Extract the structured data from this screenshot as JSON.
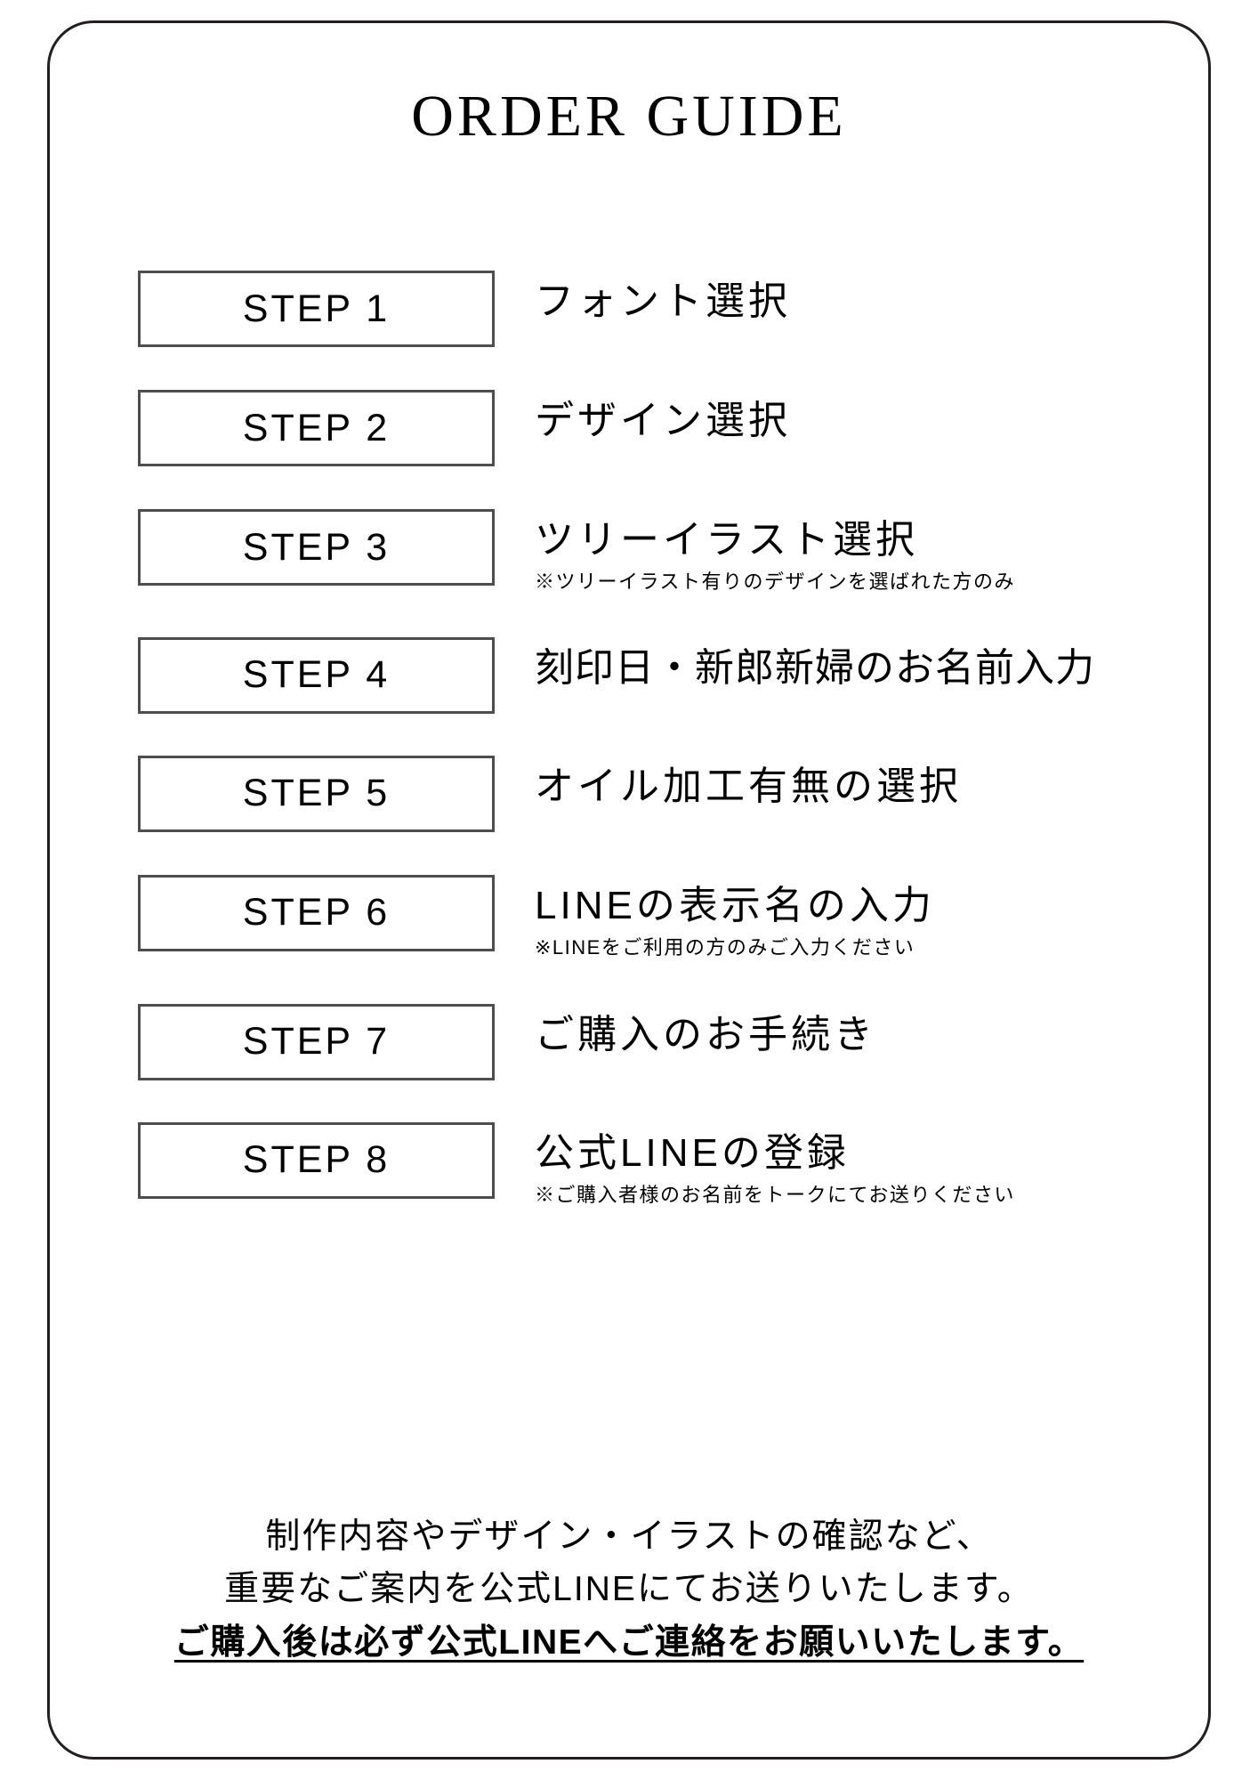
{
  "document": {
    "title": "ORDER GUIDE",
    "border_color": "#231f20",
    "box_border_color": "#4d4d4d",
    "text_color": "#000000",
    "background": "#ffffff"
  },
  "steps": [
    {
      "badge": "STEP 1",
      "label": "フォント選択",
      "note": ""
    },
    {
      "badge": "STEP 2",
      "label": "デザイン選択",
      "note": ""
    },
    {
      "badge": "STEP 3",
      "label": "ツリーイラスト選択",
      "note": "※ツリーイラスト有りのデザインを選ばれた方のみ"
    },
    {
      "badge": "STEP 4",
      "label": "刻印日・新郎新婦のお名前入力",
      "note": ""
    },
    {
      "badge": "STEP 5",
      "label": "オイル加工有無の選択",
      "note": ""
    },
    {
      "badge": "STEP 6",
      "label": "LINEの表示名の入力",
      "note": "※LINEをご利用の方のみご入力ください"
    },
    {
      "badge": "STEP 7",
      "label": "ご購入のお手続き",
      "note": ""
    },
    {
      "badge": "STEP 8",
      "label": "公式LINEの登録",
      "note": "※ご購入者様のお名前をトークにてお送りください"
    }
  ],
  "footer": {
    "line1": "制作内容やデザイン・イラストの確認など、",
    "line2": "重要なご案内を公式LINEにてお送りいたします。",
    "line3": "ご購入後は必ず公式LINEへご連絡をお願いいたします。"
  }
}
